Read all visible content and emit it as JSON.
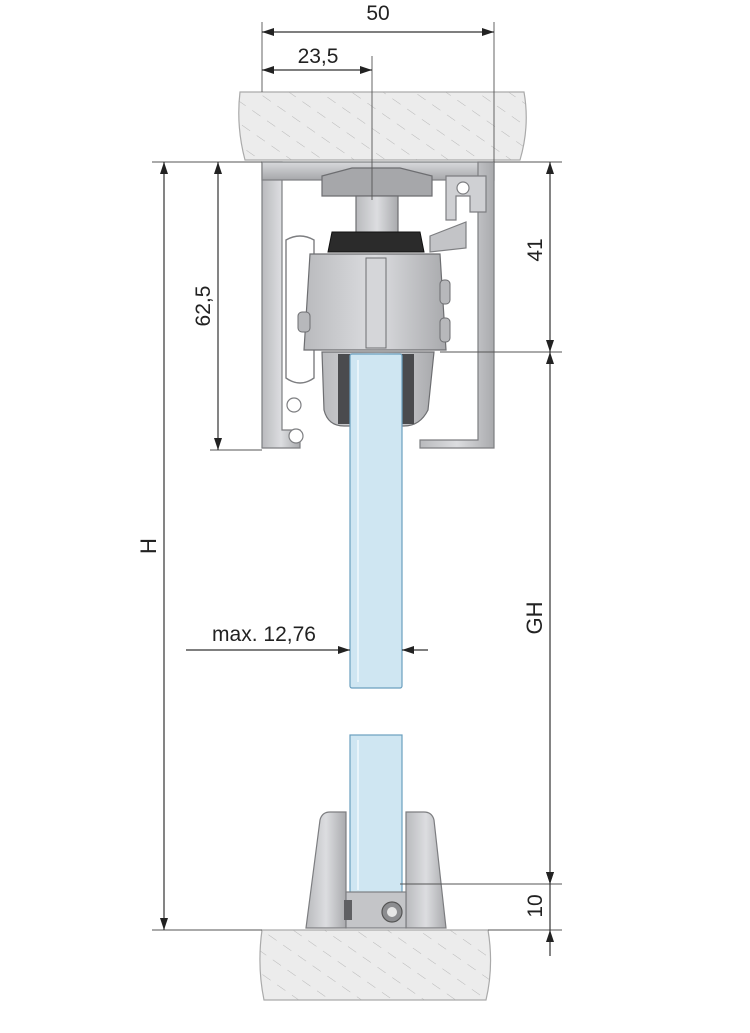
{
  "dimensions": {
    "top_width": "50",
    "offset_center": "23,5",
    "profile_height": "62,5",
    "track_to_glass": "41",
    "overall_height": "H",
    "glass_height": "GH",
    "glass_thickness": "max. 12,76",
    "floor_guide": "10"
  },
  "colors": {
    "ceiling_fill": "#eaeaea",
    "profile": "#c9cacc",
    "profile_dark": "#8c8d90",
    "glass": "#cfe6f2",
    "glass_edge": "#6a9fbf",
    "dim_line": "#333333"
  }
}
